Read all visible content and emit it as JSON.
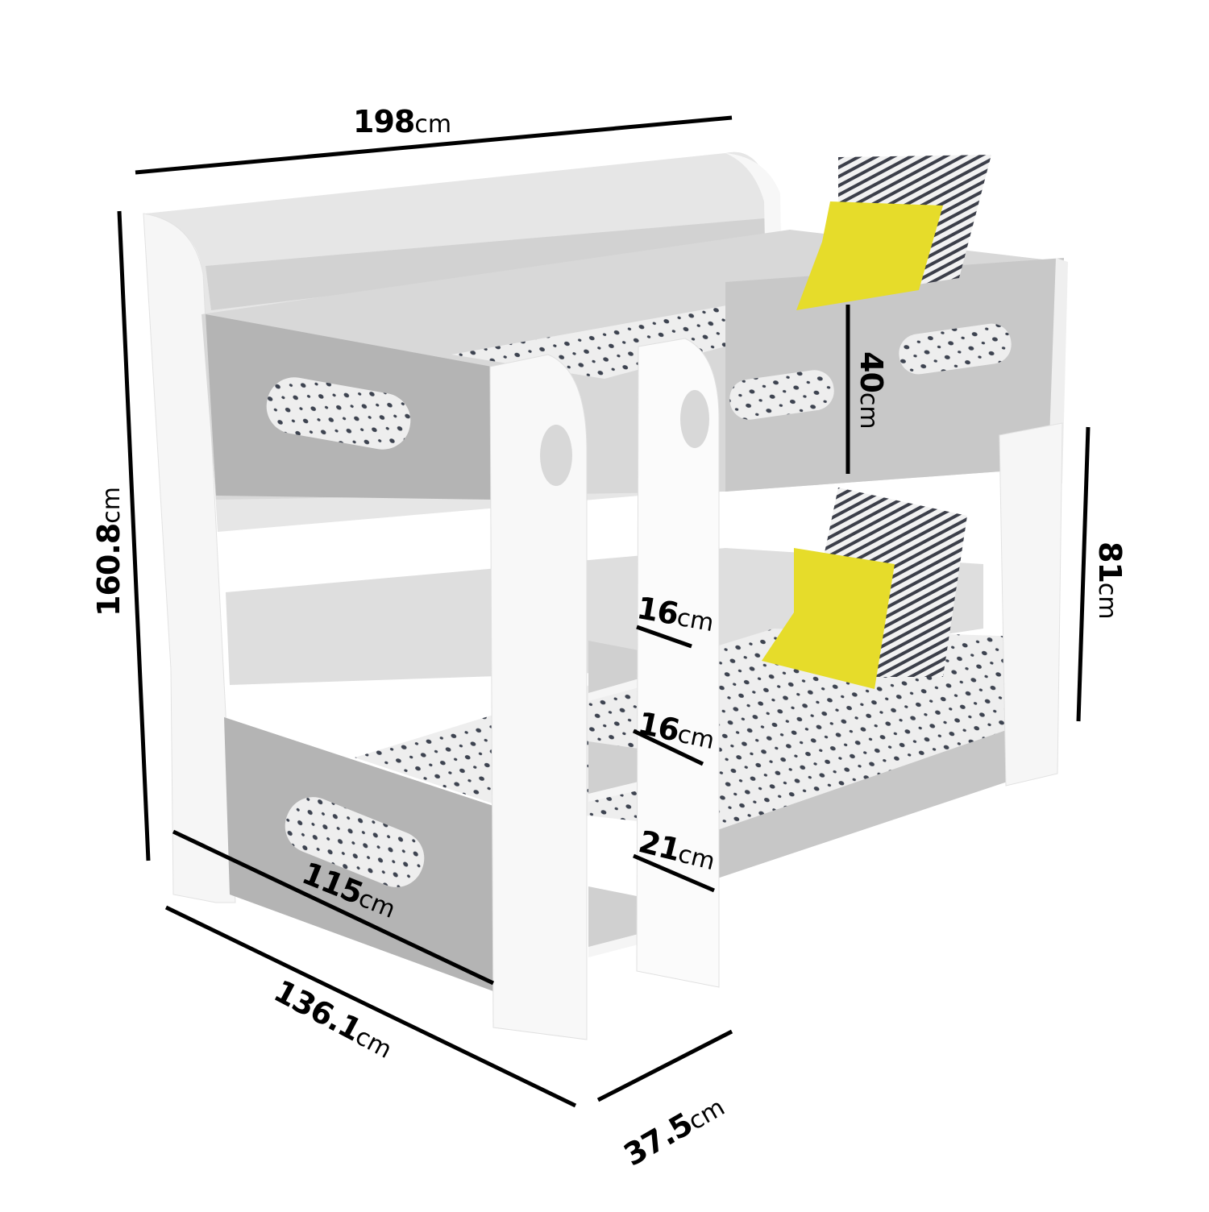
{
  "diagram": {
    "subject": "Bunk bed with storage shelf and ladder",
    "colors": {
      "frame_white": "#f4f4f4",
      "panel_grey": "#b9b9b9",
      "panel_grey_dark": "#a8a8a8",
      "mattress": "#ececec",
      "mattress_dots": "#3d4350",
      "cushion_yellow": "#e6dc2a",
      "stripe_dark": "#3c3f4a",
      "dimension_line": "#000000"
    },
    "dimensions": {
      "width": {
        "value": "198",
        "unit": "cm"
      },
      "height": {
        "value": "160.8",
        "unit": "cm"
      },
      "top_guard_height": {
        "value": "40",
        "unit": "cm"
      },
      "bottom_clearance": {
        "value": "81",
        "unit": "cm"
      },
      "step_gap_1": {
        "value": "16",
        "unit": "cm"
      },
      "step_gap_2": {
        "value": "16",
        "unit": "cm"
      },
      "step_gap_3": {
        "value": "21",
        "unit": "cm"
      },
      "mattress_length": {
        "value": "115",
        "unit": "cm"
      },
      "depth": {
        "value": "136.1",
        "unit": "cm"
      },
      "ladder_depth": {
        "value": "37.5",
        "unit": "cm"
      }
    }
  }
}
